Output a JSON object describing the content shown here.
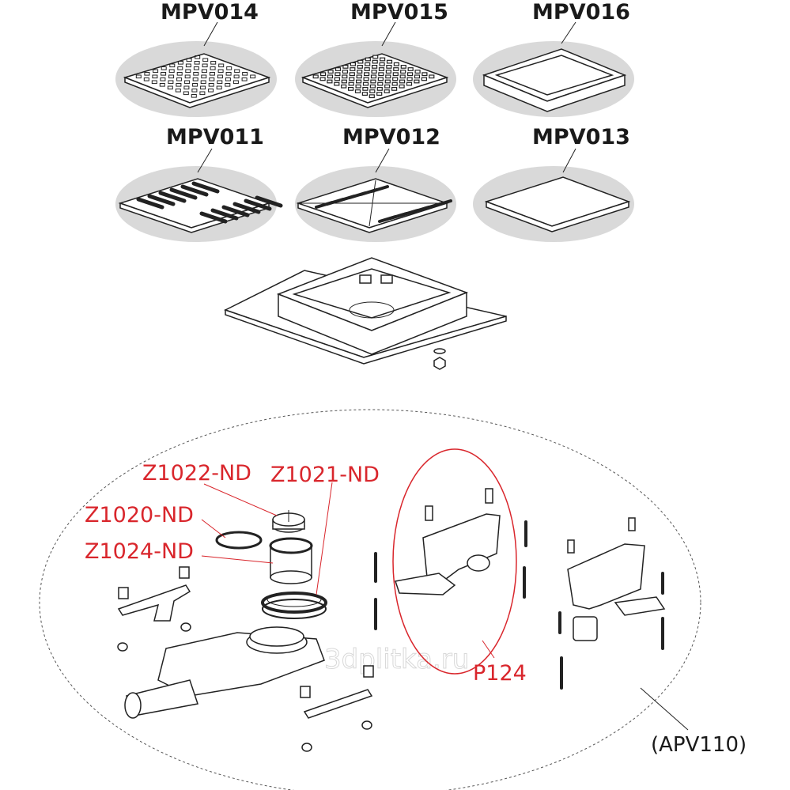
{
  "grates": [
    {
      "code": "MPV014",
      "style": "square-holes"
    },
    {
      "code": "MPV015",
      "style": "dense-square-holes"
    },
    {
      "code": "MPV016",
      "style": "tile-tray"
    },
    {
      "code": "MPV011",
      "style": "slots"
    },
    {
      "code": "MPV012",
      "style": "diagonal-slots"
    },
    {
      "code": "MPV013",
      "style": "solid"
    }
  ],
  "parts": {
    "z1022": "Z1022-ND",
    "z1021": "Z1021-ND",
    "z1020": "Z1020-ND",
    "z1024": "Z1024-ND",
    "p124": "P124",
    "apv110": "(APV110)"
  },
  "watermark": "3dplitka.ru",
  "colors": {
    "callout_red": "#d9262c",
    "grate_bg": "#d9d9d9",
    "line": "#222222"
  }
}
